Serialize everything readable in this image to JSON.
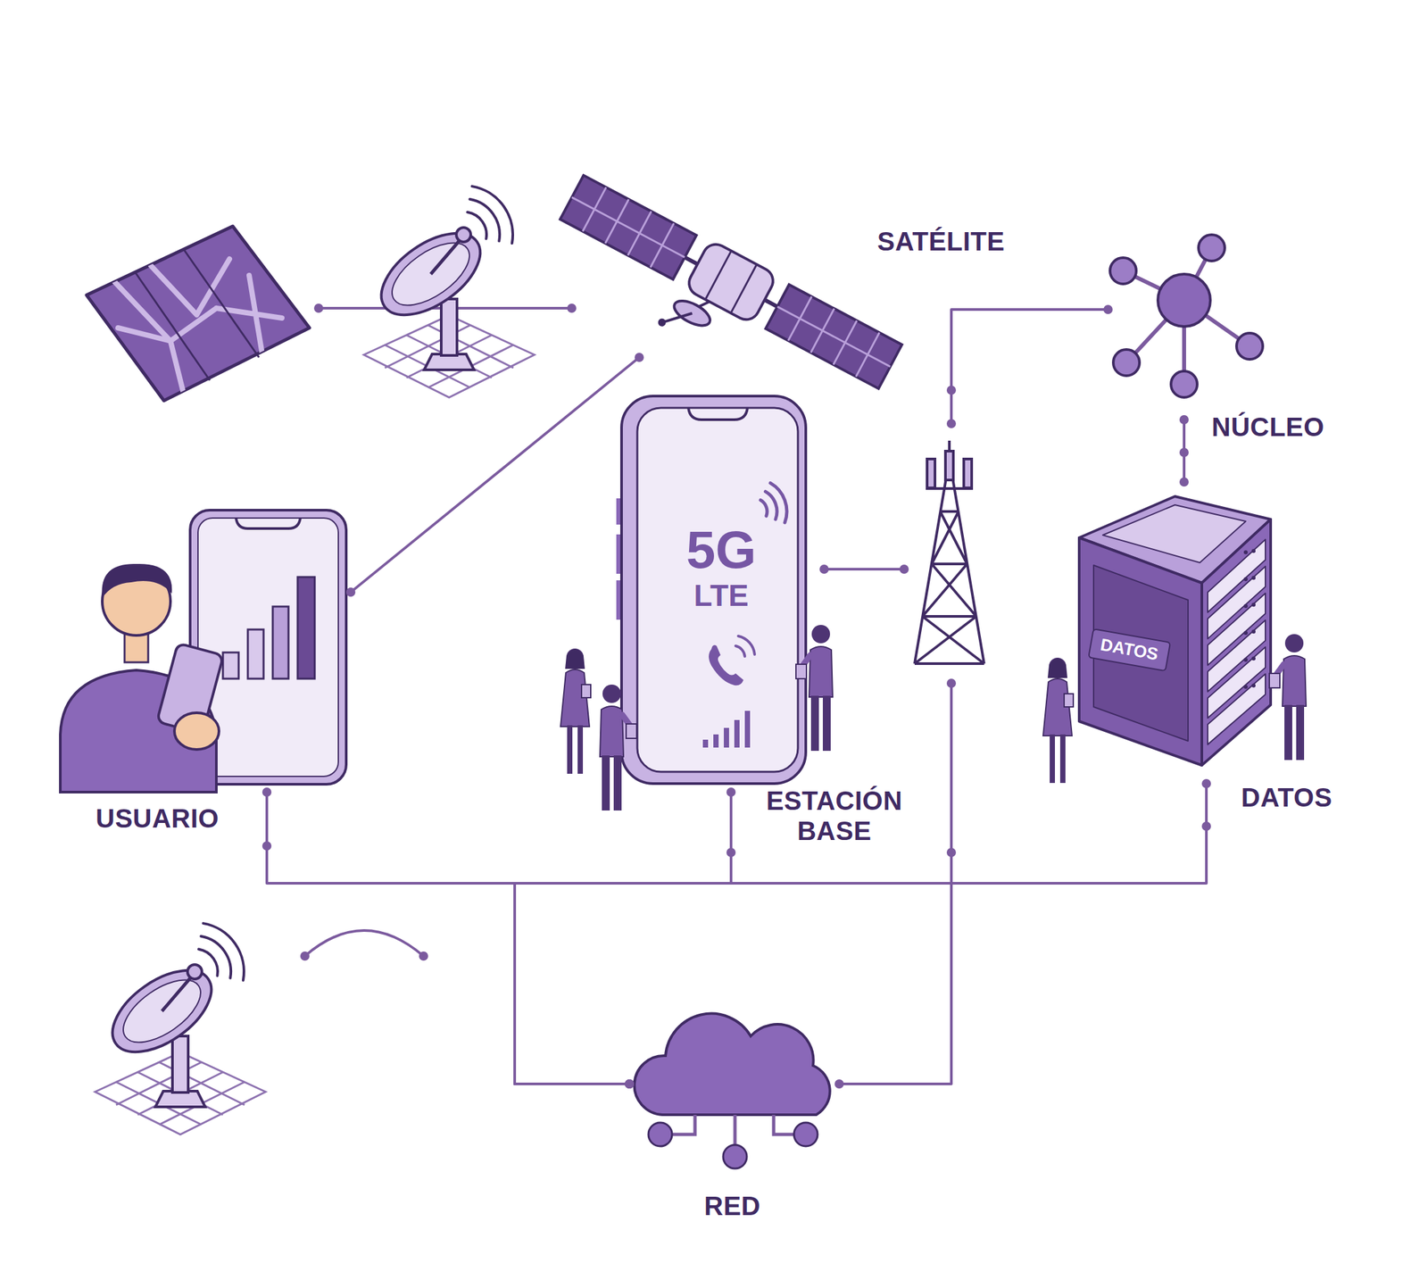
{
  "diagram": {
    "nodes": [
      {
        "text": [
          "SATÉLITE"
        ]
      },
      {
        "text": [
          "NÚCLEO"
        ]
      },
      {
        "text": [
          "USUARIO"
        ]
      },
      {
        "text": [
          "5G LTE",
          "ESTACIÓN BASE"
        ]
      },
      {
        "text": [
          "DATOS",
          "DATOS"
        ]
      },
      {
        "text": [
          "RED"
        ]
      }
    ],
    "edges": [
      {
        "from": 2,
        "to": 0,
        "arrow": "none"
      },
      {
        "from": 3,
        "to": 1,
        "arrow": "none"
      },
      {
        "from": 1,
        "to": 4,
        "arrow": "none"
      },
      {
        "from": 2,
        "to": 5,
        "arrow": "none"
      },
      {
        "from": 3,
        "to": 5,
        "arrow": "none"
      },
      {
        "from": 4,
        "to": 5,
        "arrow": "none"
      },
      {
        "from": 3,
        "to": 5,
        "arrow": "none"
      }
    ]
  }
}
